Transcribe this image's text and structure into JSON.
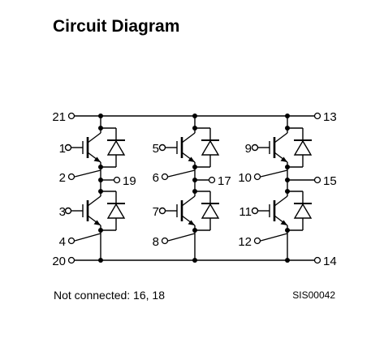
{
  "title": "Circuit Diagram",
  "pins": {
    "p1": "1",
    "p2": "2",
    "p3": "3",
    "p4": "4",
    "p5": "5",
    "p6": "6",
    "p7": "7",
    "p8": "8",
    "p9": "9",
    "p10": "10",
    "p11": "11",
    "p12": "12",
    "p13": "13",
    "p14": "14",
    "p15": "15",
    "p17": "17",
    "p19": "19",
    "p20": "20",
    "p21": "21"
  },
  "note": "Not connected: 16, 18",
  "code": "SIS00042"
}
